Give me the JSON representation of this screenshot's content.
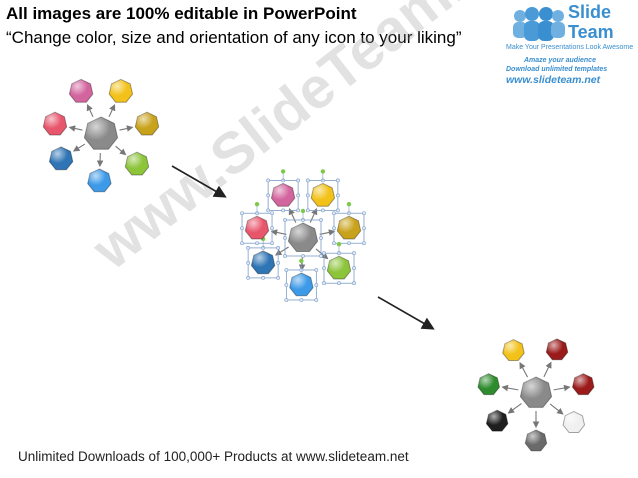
{
  "header": {
    "title": "All images are 100% editable in PowerPoint",
    "subtitle": "“Change color, size and orientation of any icon to your liking”"
  },
  "logo": {
    "brand_line1": "Slide",
    "brand_line2": "Team",
    "tagline": "Make Your Presentations Look Awesome",
    "promo1": "Amaze your audience",
    "promo2": "Download unlimited templates",
    "url": "www.slideteam.net"
  },
  "watermark": "www.SlideTeam.net",
  "footer": "Unlimited Downloads of 100,000+ Products at www.slideteam.net",
  "colors": {
    "pink": "#d3659e",
    "yellow": "#f2c21b",
    "olive": "#c9a21c",
    "red": "#e8566c",
    "gray": "#8a8a8a",
    "green": "#8cc43a",
    "blue_dark": "#2f75b5",
    "blue_light": "#3d9ae8",
    "dark_red": "#9b1b1b",
    "forest_green": "#2e8b2e",
    "black": "#1e1e1e",
    "white": "#f0f0f0",
    "dark_gray": "#6a6a6a",
    "selection": "#7a9cc6",
    "handle": "#7ec84a"
  }
}
